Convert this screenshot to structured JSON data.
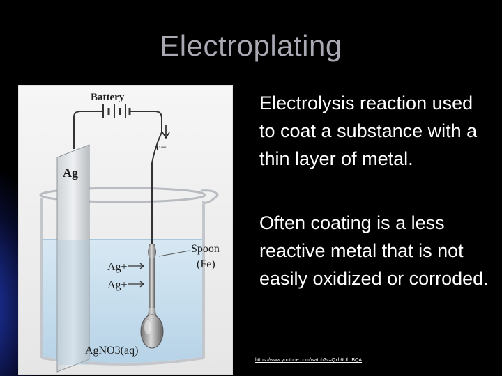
{
  "slide": {
    "title": "Electroplating",
    "bullets": [
      "Electrolysis reaction used to coat a substance with a thin layer of metal.",
      "Often coating is a less reactive metal that is not easily oxidized or corroded."
    ],
    "link_text": "https://www.youtube.com/watch?v=Qxh6Ul_iBQA"
  },
  "figure": {
    "battery_label": "Battery",
    "electron_label": "e−",
    "anode_label": "Ag",
    "spoon_label_line1": "Spoon",
    "spoon_label_line2": "(Fe)",
    "ion_label_1": "Ag+",
    "ion_label_2": "Ag+",
    "solution_label": "AgNO3(aq)"
  }
}
